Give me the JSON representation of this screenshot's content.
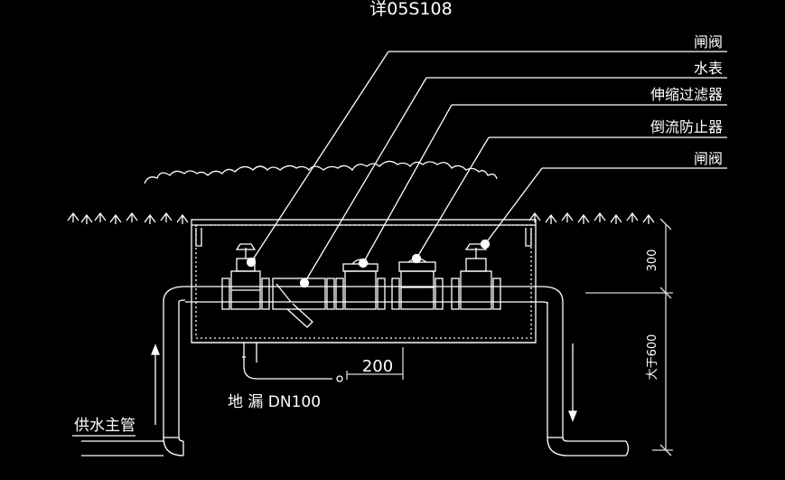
{
  "title": "详05S108",
  "callouts": [
    {
      "label": "闸阀"
    },
    {
      "label": "水表"
    },
    {
      "label": "伸缩过滤器"
    },
    {
      "label": "倒流防止器"
    },
    {
      "label": "闸阀"
    }
  ],
  "dimensions": {
    "depth_top": "300",
    "depth_bottom": "大于600",
    "drain_offset": "200"
  },
  "drain_label": "地 漏 DN100",
  "supply_label": "供水主管",
  "colors": {
    "background": "#000000",
    "line": "#ffffff",
    "dim": "#d8d8d8"
  }
}
